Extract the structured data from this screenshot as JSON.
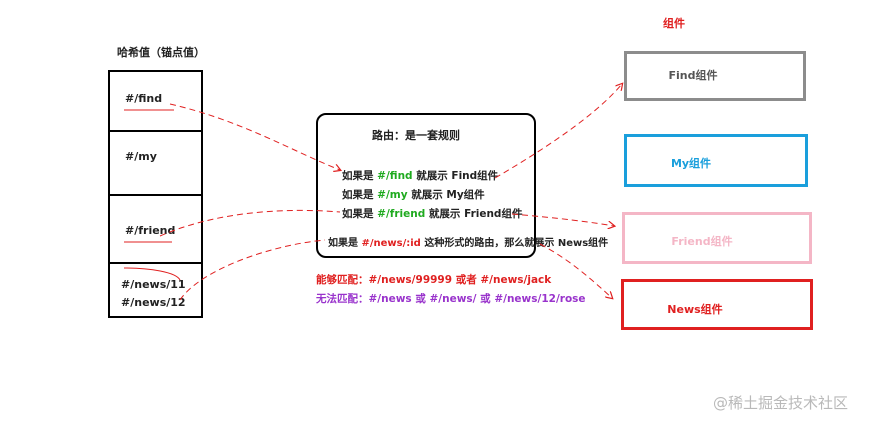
{
  "left_title": "哈希值（锚点值）",
  "top_right_title": "组件",
  "hash_cells": [
    {
      "text": "#/find"
    },
    {
      "text": "#/my"
    },
    {
      "text": "#/friend"
    },
    {
      "text": "#/news/11"
    },
    {
      "text": "#/news/12"
    }
  ],
  "rules": {
    "title": "路由：是一套规则",
    "line1": {
      "pre": "如果是 ",
      "hash": "#/find",
      "mid": " 就展示 ",
      "comp": "Find组件"
    },
    "line2": {
      "pre": "如果是 ",
      "hash": "#/my",
      "mid": " 就展示 ",
      "comp": "My组件"
    },
    "line3": {
      "pre": "如果是 ",
      "hash": "#/friend",
      "mid": " 就展示 ",
      "comp": "Friend组件"
    },
    "line4": {
      "pre": "如果是 ",
      "hash": "#/news/:id",
      "mid": " 这种形式的路由，那么就展示 ",
      "comp": "News组件"
    }
  },
  "can_match": {
    "label": "能够匹配：",
    "value": "#/news/99999 或者 #/news/jack"
  },
  "cannot_match": {
    "label": "无法匹配：",
    "value": "#/news 或 #/news/ 或 #/news/12/rose"
  },
  "components": [
    {
      "label": "Find组件",
      "border": "#8c8c8c",
      "text_color": "#555555"
    },
    {
      "label": "My组件",
      "border": "#1a9fdc",
      "text_color": "#1a9fdc"
    },
    {
      "label": "Friend组件",
      "border": "#f4b6c6",
      "text_color": "#f4b6c6"
    },
    {
      "label": "News组件",
      "border": "#e02020",
      "text_color": "#e02020"
    }
  ],
  "colors": {
    "hash_green": "#1faa1f",
    "news_red": "#e02020",
    "purple": "#9933cc",
    "arrow_red": "#e02020"
  },
  "watermark": "@稀土掘金技术社区"
}
